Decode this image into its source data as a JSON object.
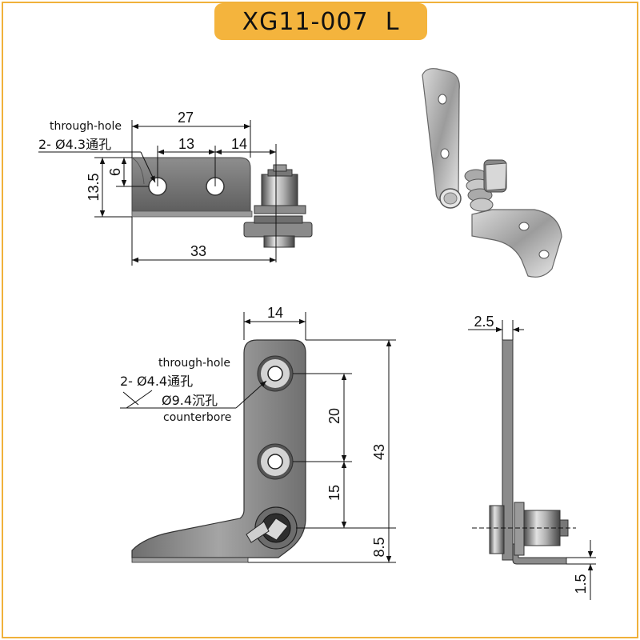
{
  "title": "XG11-007  L",
  "colors": {
    "accent": "#f4b43d",
    "frame": "#f0b13a",
    "steel": "#8a8a8a"
  },
  "top_view": {
    "dims": {
      "width_27": "27",
      "pitch_13": "13",
      "offset_14": "14",
      "height_13_5": "13.5",
      "hole_6": "6",
      "total_33": "33"
    },
    "note": {
      "line1": "through-hole",
      "line2": "2- Ø4.3通孔"
    }
  },
  "front_view": {
    "dims": {
      "width_14": "14",
      "pitch_20": "20",
      "pitch_15": "15",
      "height_43": "43",
      "base_8_5": "8.5"
    },
    "note": {
      "line1": "through-hole",
      "line2": "2- Ø4.4通孔",
      "line3": "Ø9.4沉孔",
      "line4": "counterbore"
    }
  },
  "side_view": {
    "dims": {
      "thickness_2_5": "2.5",
      "base_1_5": "1.5"
    }
  }
}
